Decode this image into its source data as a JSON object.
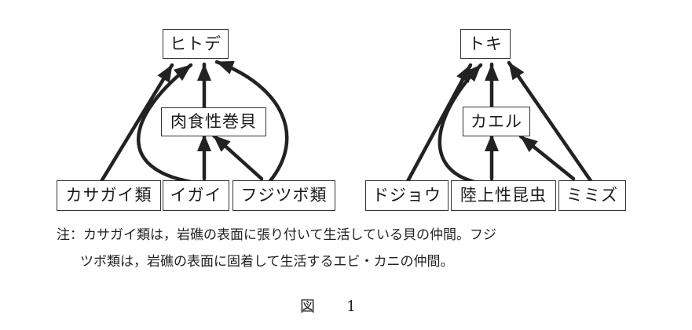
{
  "left_web": {
    "top": "ヒトデ",
    "middle": "肉食性巻貝",
    "bottom": [
      "カサガイ類",
      "イガイ",
      "フジツボ類"
    ]
  },
  "right_web": {
    "top": "トキ",
    "middle": "カエル",
    "bottom": [
      "ドジョウ",
      "陸上性昆虫",
      "ミミズ"
    ]
  },
  "note": {
    "line1": "注：カサガイ類は，岩礁の表面に張り付いて生活している貝の仲間。フジ",
    "line2": "ツボ類は，岩礁の表面に固着して生活するエビ・カニの仲間。"
  },
  "caption": {
    "label": "図",
    "number": "1"
  },
  "colors": {
    "line": "#222222",
    "box_border": "#333333"
  }
}
